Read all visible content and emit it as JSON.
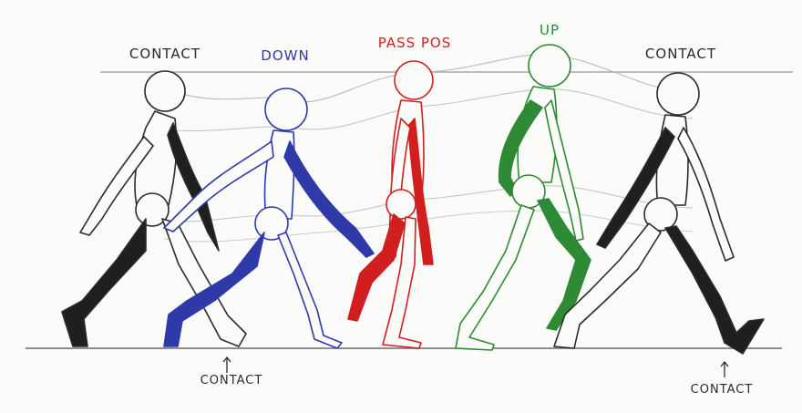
{
  "labels": {
    "contact1": "CONTACT",
    "down": "DOWN",
    "passing": "PASS POS",
    "up": "UP",
    "contact2": "CONTACT",
    "foot_contact_left": "CONTACT",
    "foot_contact_right": "CONTACT"
  },
  "colors": {
    "contact": "#2b2b2b",
    "down": "#2f3aa8",
    "passing": "#d11f1f",
    "up": "#2e8a34",
    "guide": "#9a9a9a",
    "ground": "#6a6a6a"
  }
}
